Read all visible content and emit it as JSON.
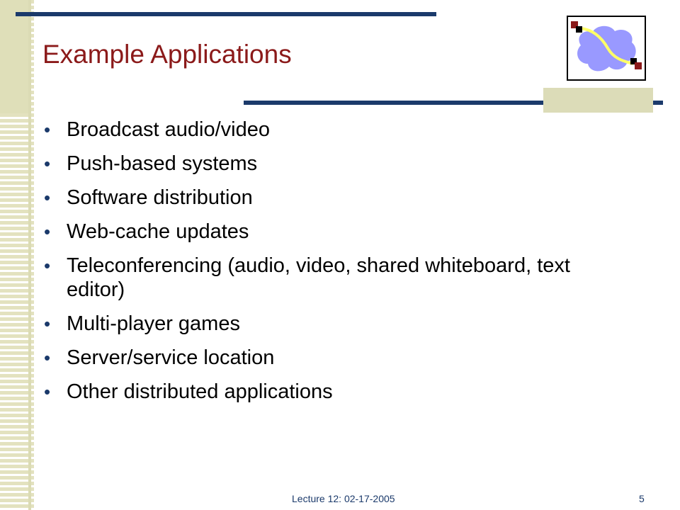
{
  "slide": {
    "title": "Example Applications",
    "bullets": [
      "Broadcast audio/video",
      "Push-based systems",
      "Software distribution",
      "Web-cache updates",
      "Teleconferencing (audio, video, shared whiteboard, text editor)",
      "Multi-player games",
      "Server/service location",
      "Other distributed applications"
    ]
  },
  "footer": {
    "lecture": "Lecture 12: 02-17-2005",
    "page_number": "5"
  },
  "logo": {
    "icon": "network-cloud-icon",
    "cloud_color": "#9999ff",
    "link_color": "#ffff66",
    "node_color": "#8b1a1a"
  },
  "theme": {
    "accent": "#1b3a6b",
    "title_color": "#8b1a1a",
    "stripe_color": "#e3e2bf"
  }
}
